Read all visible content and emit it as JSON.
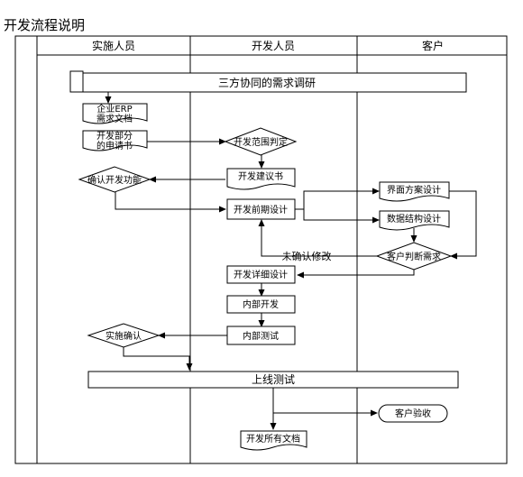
{
  "title": "开发流程说明",
  "lanes": [
    "实施人员",
    "开发人员",
    "客户"
  ],
  "banners": {
    "requirements": "三方协同的需求调研",
    "online_test": "上线测试"
  },
  "docs": {
    "erp": [
      "企业ERP",
      "需求文档"
    ],
    "dept": [
      "开发部分",
      "的申请书"
    ],
    "proposal": "开发建议书",
    "all_docs": "开发所有文档"
  },
  "decisions": {
    "scope": "开发范围判定",
    "confirm_func": "确认开发功能",
    "customer_judge": "客户判断需求",
    "impl_confirm": "实施确认"
  },
  "processes": {
    "early_design": "开发前期设计",
    "ui_design": "界面方案设计",
    "data_design": "数据结构设计",
    "detail_design": "开发详细设计",
    "internal_dev": "内部开发",
    "internal_test": "内部测试"
  },
  "terminal": "客户验收",
  "edge_labels": {
    "unconfirmed": "未确认修改"
  }
}
